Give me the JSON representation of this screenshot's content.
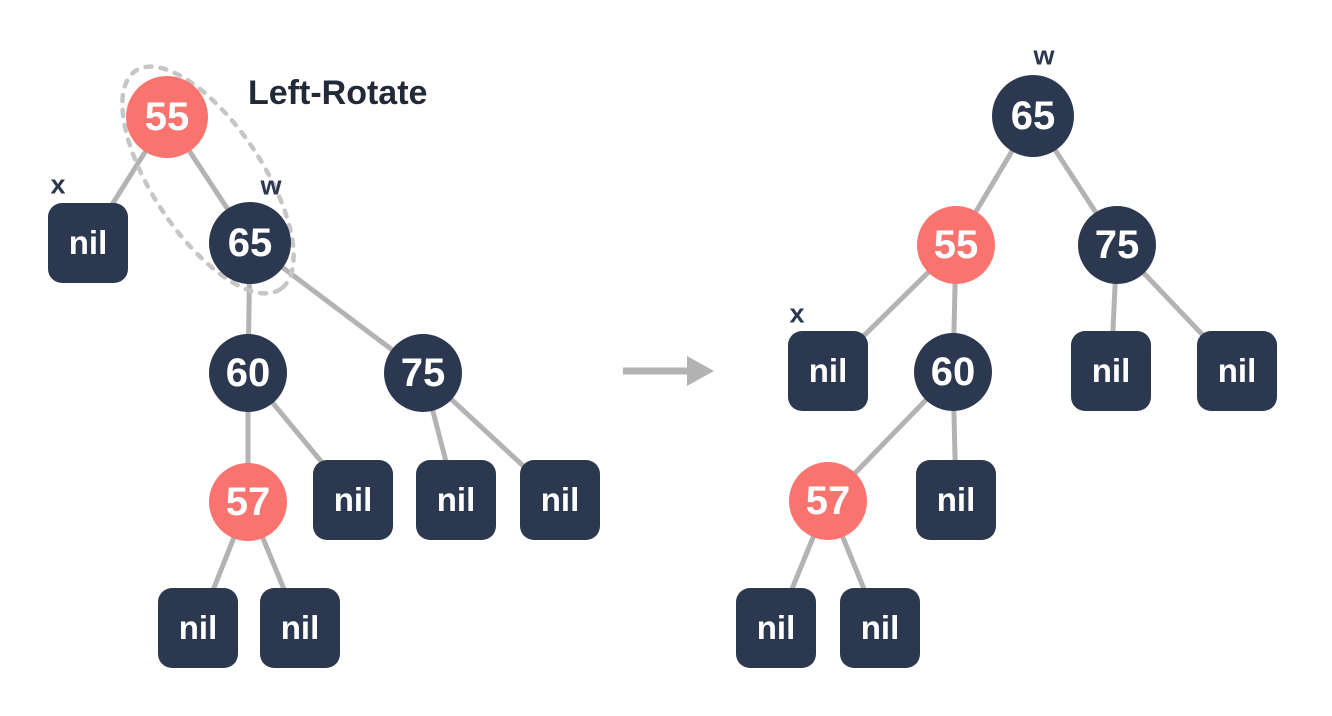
{
  "title": "Left-Rotate",
  "colors": {
    "red_node": "#F9746E",
    "dark_node": "#2B3850",
    "edge_gray": "#B3B3B3",
    "dashed_highlight": "#C6C6C6",
    "node_text": "#FFFFFF",
    "pointer_label_text": "#2B3850",
    "title_text": "#222938"
  },
  "left_tree": {
    "pointer_x": "x",
    "pointer_w": "w",
    "nodes": {
      "n55": "55",
      "n65": "65",
      "n60": "60",
      "n75": "75",
      "n57": "57",
      "nil_x": "nil",
      "nil_60r": "nil",
      "nil_75l": "nil",
      "nil_75r": "nil",
      "nil_57l": "nil",
      "nil_57r": "nil"
    },
    "edges": [
      [
        "n55",
        "nil_x"
      ],
      [
        "n55",
        "n65"
      ],
      [
        "n65",
        "n60"
      ],
      [
        "n65",
        "n75"
      ],
      [
        "n60",
        "n57"
      ],
      [
        "n60",
        "nil_60r"
      ],
      [
        "n75",
        "nil_75l"
      ],
      [
        "n75",
        "nil_75r"
      ],
      [
        "n57",
        "nil_57l"
      ],
      [
        "n57",
        "nil_57r"
      ]
    ],
    "highlight": "dashed ellipse around 55 and 65"
  },
  "right_tree": {
    "pointer_x": "x",
    "pointer_w": "w",
    "nodes": {
      "n65": "65",
      "n55": "55",
      "n75": "75",
      "n60": "60",
      "n57": "57",
      "nil_x": "nil",
      "nil_75l": "nil",
      "nil_75r": "nil",
      "nil_60r": "nil",
      "nil_57l": "nil",
      "nil_57r": "nil"
    },
    "edges": [
      [
        "n65",
        "n55"
      ],
      [
        "n65",
        "n75"
      ],
      [
        "n55",
        "nil_x"
      ],
      [
        "n55",
        "n60"
      ],
      [
        "n75",
        "nil_75l"
      ],
      [
        "n75",
        "nil_75r"
      ],
      [
        "n60",
        "n57"
      ],
      [
        "n60",
        "nil_60r"
      ],
      [
        "n57",
        "nil_57l"
      ],
      [
        "n57",
        "nil_57r"
      ]
    ]
  }
}
